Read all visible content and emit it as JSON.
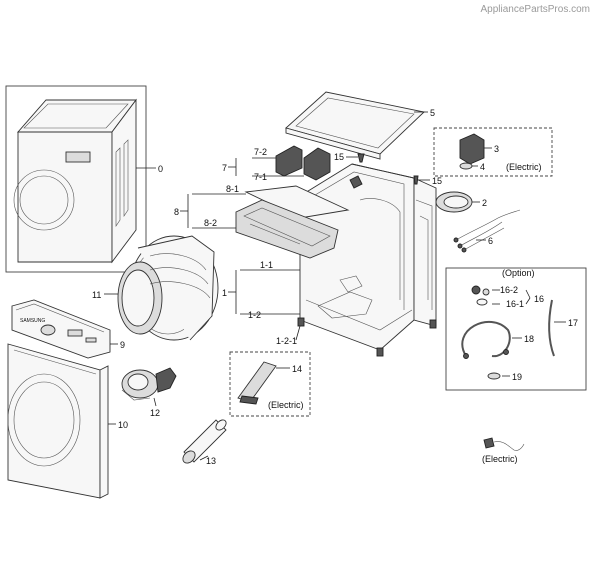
{
  "watermark": "AppliancePartsPros.com",
  "callouts": {
    "c0": "0",
    "c1": "1",
    "c1_1": "1-1",
    "c1_2": "1-2",
    "c1_2_1": "1-2-1",
    "c2": "2",
    "c3": "3",
    "c4": "4",
    "c5": "5",
    "c6": "6",
    "c7": "7",
    "c7_1": "7-1",
    "c7_2": "7-2",
    "c8": "8",
    "c8_1": "8-1",
    "c8_2": "8-2",
    "c9": "9",
    "c10": "10",
    "c11": "11",
    "c12": "12",
    "c13": "13",
    "c14": "14",
    "c15a": "15",
    "c15b": "15",
    "c16": "16",
    "c16_1": "16-1",
    "c16_2": "16-2",
    "c17": "17",
    "c18": "18",
    "c19": "19"
  },
  "notes": {
    "electric_top": "(Electric)",
    "electric_mid": "(Electric)",
    "electric_bottom": "(Electric)",
    "option": "(Option)"
  },
  "dryer_panel_text": "SAMSUNG"
}
